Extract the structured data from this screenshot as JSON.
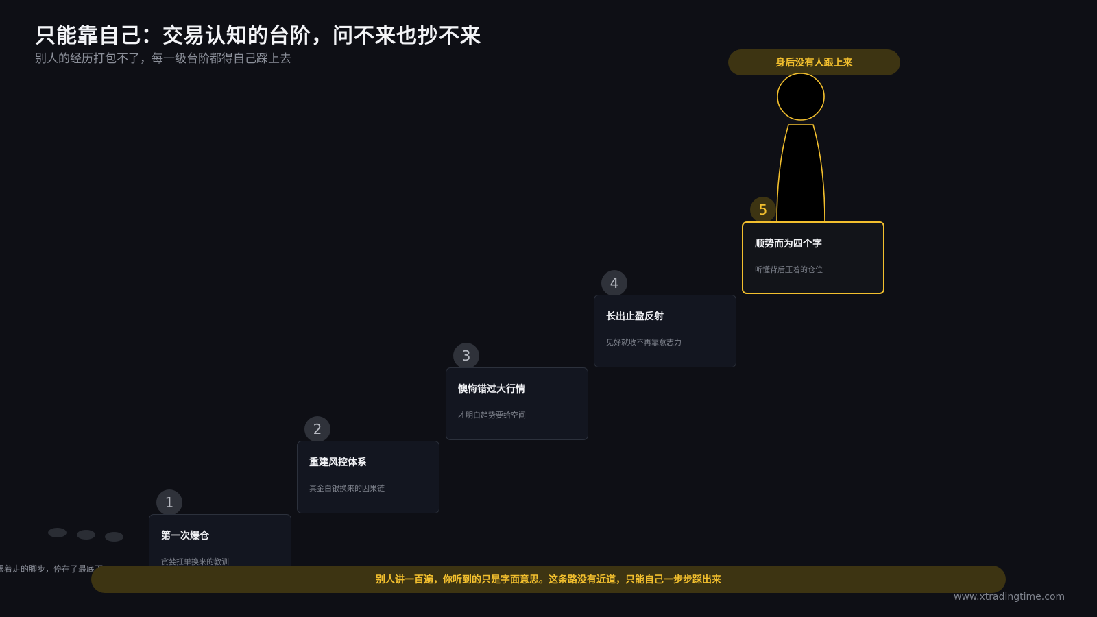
{
  "header": {
    "title": "只能靠自己：交易认知的台阶，问不来也抄不来",
    "subtitle": "别人的经历打包不了，每一级台阶都得自己踩上去"
  },
  "figure_label": "身后没有人跟上来",
  "steps": [
    {
      "number": "1",
      "title": "第一次爆仓",
      "desc": "贪婪扛单换来的教训"
    },
    {
      "number": "2",
      "title": "重建风控体系",
      "desc": "真金白银换来的因果链"
    },
    {
      "number": "3",
      "title": "懊悔错过大行情",
      "desc": "才明白趋势要给空间"
    },
    {
      "number": "4",
      "title": "长出止盈反射",
      "desc": "见好就收不再靠意志力"
    },
    {
      "number": "5",
      "title": "顺势而为四个字",
      "desc": "听懂背后压着的仓位"
    }
  ],
  "footprints_label": "跟着走的脚步，停在了最底下",
  "bottom_message": "别人讲一百遍，你听到的只是字面意思。这条路没有近道，只能自己一步步踩出来",
  "watermark": "www.xtradingtime.com",
  "colors": {
    "background": "#0e0f15",
    "accent": "#f2bf2e",
    "card": "#131620",
    "card_border": "#2c313c"
  }
}
